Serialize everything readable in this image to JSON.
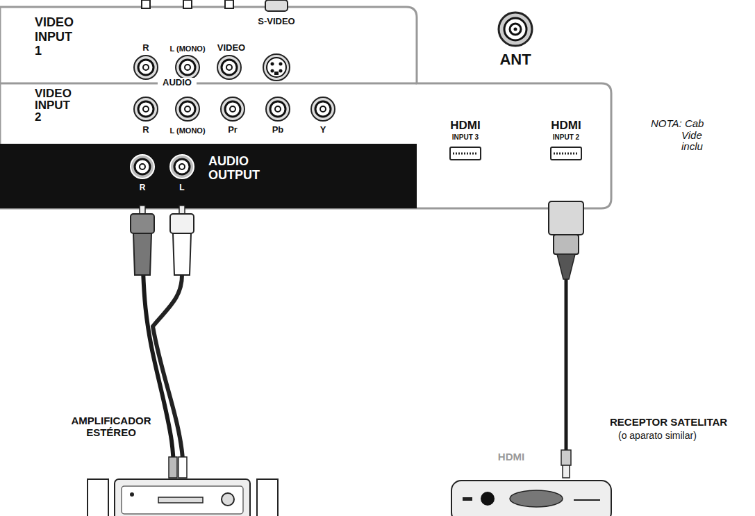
{
  "diagram": {
    "nodes": [
      {
        "text": [
          "AUDIO OUTPUT"
        ]
      },
      {
        "text": [
          "HDMI",
          "INPUT 3"
        ]
      },
      {
        "text": [
          "HDMI",
          "INPUT 2"
        ]
      },
      {
        "text": [
          "AMPLIFICADOR ESTÉREO"
        ]
      },
      {
        "text": [
          "RECEPTOR SATELITAR",
          "(o aparato similar)"
        ]
      }
    ],
    "edges": [
      {
        "from": 0,
        "to": 3,
        "arrow": "none"
      },
      {
        "from": 2,
        "to": 4,
        "label": "HDMI",
        "arrow": "none"
      }
    ],
    "labels": [
      "VIDEO INPUT 1",
      "R",
      "L (MONO)",
      "VIDEO",
      "S-VIDEO",
      "ANT",
      "AUDIO",
      "VIDEO INPUT 2",
      "R",
      "L (MONO)",
      "Pr",
      "Pb",
      "Y",
      "R",
      "L",
      "NOTA: Cab Vide inclu"
    ]
  }
}
